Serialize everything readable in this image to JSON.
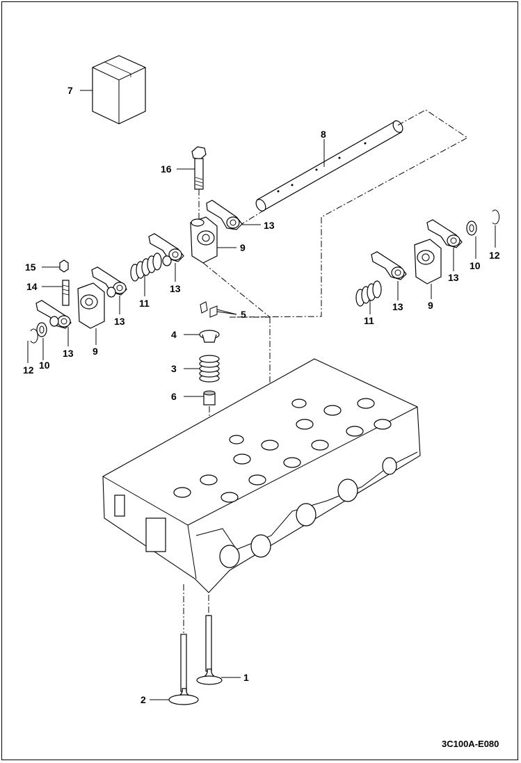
{
  "figure_code": "3C100A-E080",
  "callouts": [
    {
      "id": "c7",
      "text": "7"
    },
    {
      "id": "c8",
      "text": "8"
    },
    {
      "id": "c16",
      "text": "16"
    },
    {
      "id": "c13a",
      "text": "13"
    },
    {
      "id": "c9a",
      "text": "9"
    },
    {
      "id": "c15",
      "text": "15"
    },
    {
      "id": "c14",
      "text": "14"
    },
    {
      "id": "c13b",
      "text": "13"
    },
    {
      "id": "c13c",
      "text": "13"
    },
    {
      "id": "c11a",
      "text": "11"
    },
    {
      "id": "c13d",
      "text": "13"
    },
    {
      "id": "c9b",
      "text": "9"
    },
    {
      "id": "c12a",
      "text": "12"
    },
    {
      "id": "c10a",
      "text": "10"
    },
    {
      "id": "c5",
      "text": "5"
    },
    {
      "id": "c4",
      "text": "4"
    },
    {
      "id": "c3",
      "text": "3"
    },
    {
      "id": "c6",
      "text": "6"
    },
    {
      "id": "c12b",
      "text": "12"
    },
    {
      "id": "c10b",
      "text": "10"
    },
    {
      "id": "c13e",
      "text": "13"
    },
    {
      "id": "c13f",
      "text": "13"
    },
    {
      "id": "c11b",
      "text": "11"
    },
    {
      "id": "c9c",
      "text": "9"
    },
    {
      "id": "c1",
      "text": "1"
    },
    {
      "id": "c2",
      "text": "2"
    }
  ]
}
